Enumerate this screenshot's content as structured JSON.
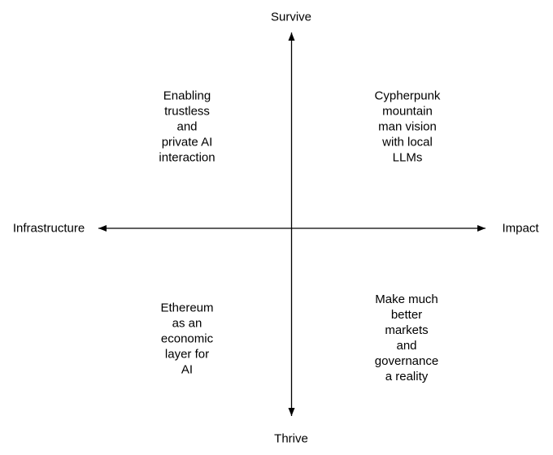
{
  "diagram": {
    "type": "quadrant",
    "axis_labels": {
      "top": "Survive",
      "bottom": "Thrive",
      "left": "Infrastructure",
      "right": "Impact"
    },
    "quadrants": {
      "top_left": {
        "text": "Enabling\ntrustless\nand\nprivate AI\ninteraction"
      },
      "top_right": {
        "text": "Cypherpunk\nmountain\nman vision\nwith local\nLLMs"
      },
      "bottom_left": {
        "text": "Ethereum\nas an\neconomic\nlayer for\nAI"
      },
      "bottom_right": {
        "text": "Make much\nbetter\nmarkets\nand\ngovernance\na reality"
      }
    },
    "colors": {
      "background": "#ffffff",
      "line": "#000000",
      "text": "#000000"
    }
  }
}
